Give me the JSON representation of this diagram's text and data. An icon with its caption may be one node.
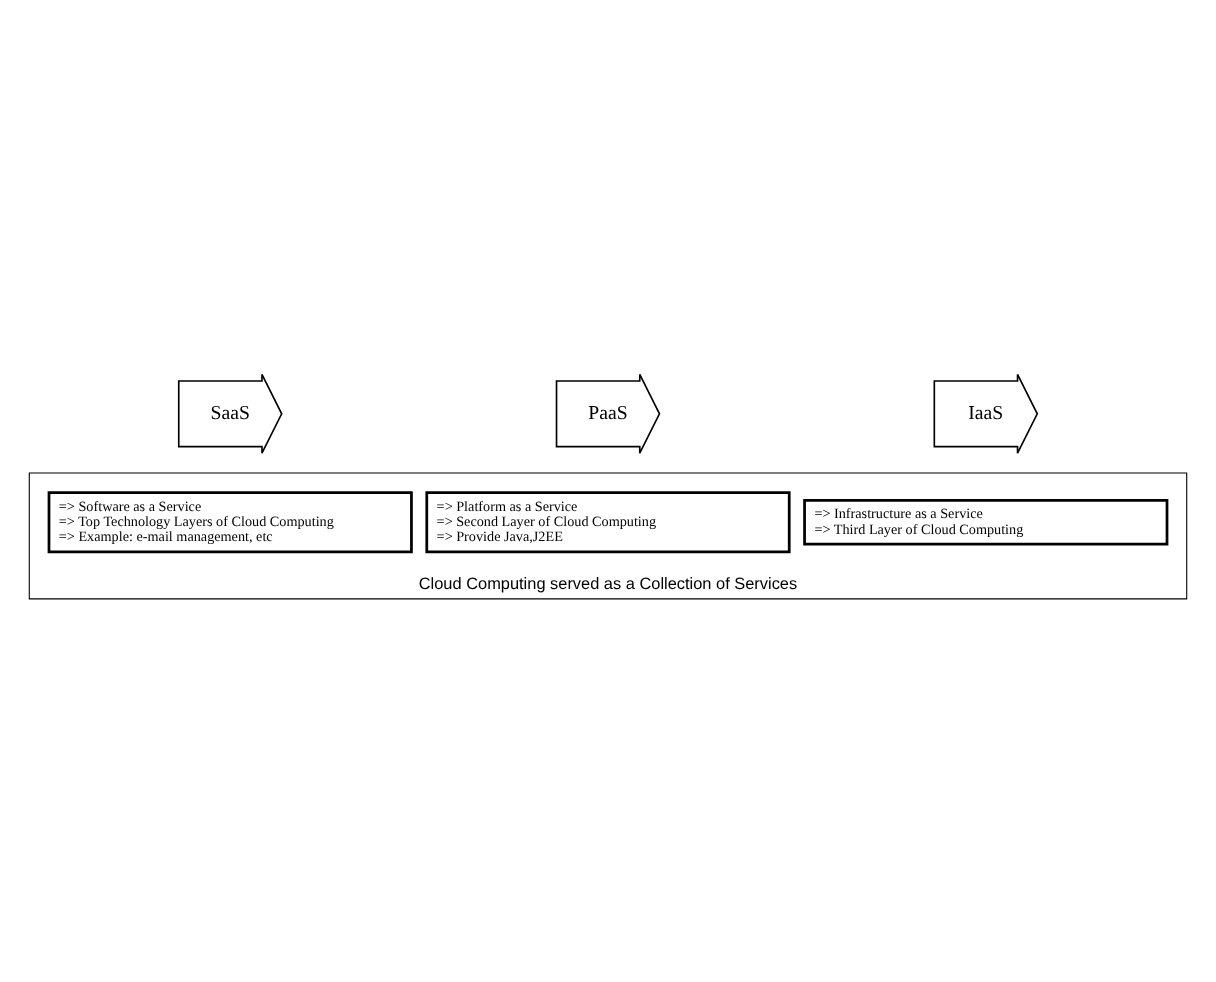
{
  "diagram": {
    "nodes": [
      {
        "text": [
          "Cloud Computing served as a Collection of Services"
        ]
      },
      {
        "text": [
          "=> Software as a Service",
          "=> Top Technology Layers of Cloud Computing",
          "=> Example: e-mail management, etc"
        ],
        "in": 0
      },
      {
        "text": [
          "=> Platform as a Service",
          "=> Second Layer of Cloud Computing",
          "=> Provide Java,J2EE"
        ],
        "in": 0
      },
      {
        "text": [
          "=> Infrastructure as a Service",
          "=> Third Layer of Cloud Computing"
        ],
        "in": 0
      },
      {
        "text": [
          "SaaS"
        ]
      },
      {
        "text": [
          "PaaS"
        ]
      },
      {
        "text": [
          "IaaS"
        ]
      }
    ]
  }
}
